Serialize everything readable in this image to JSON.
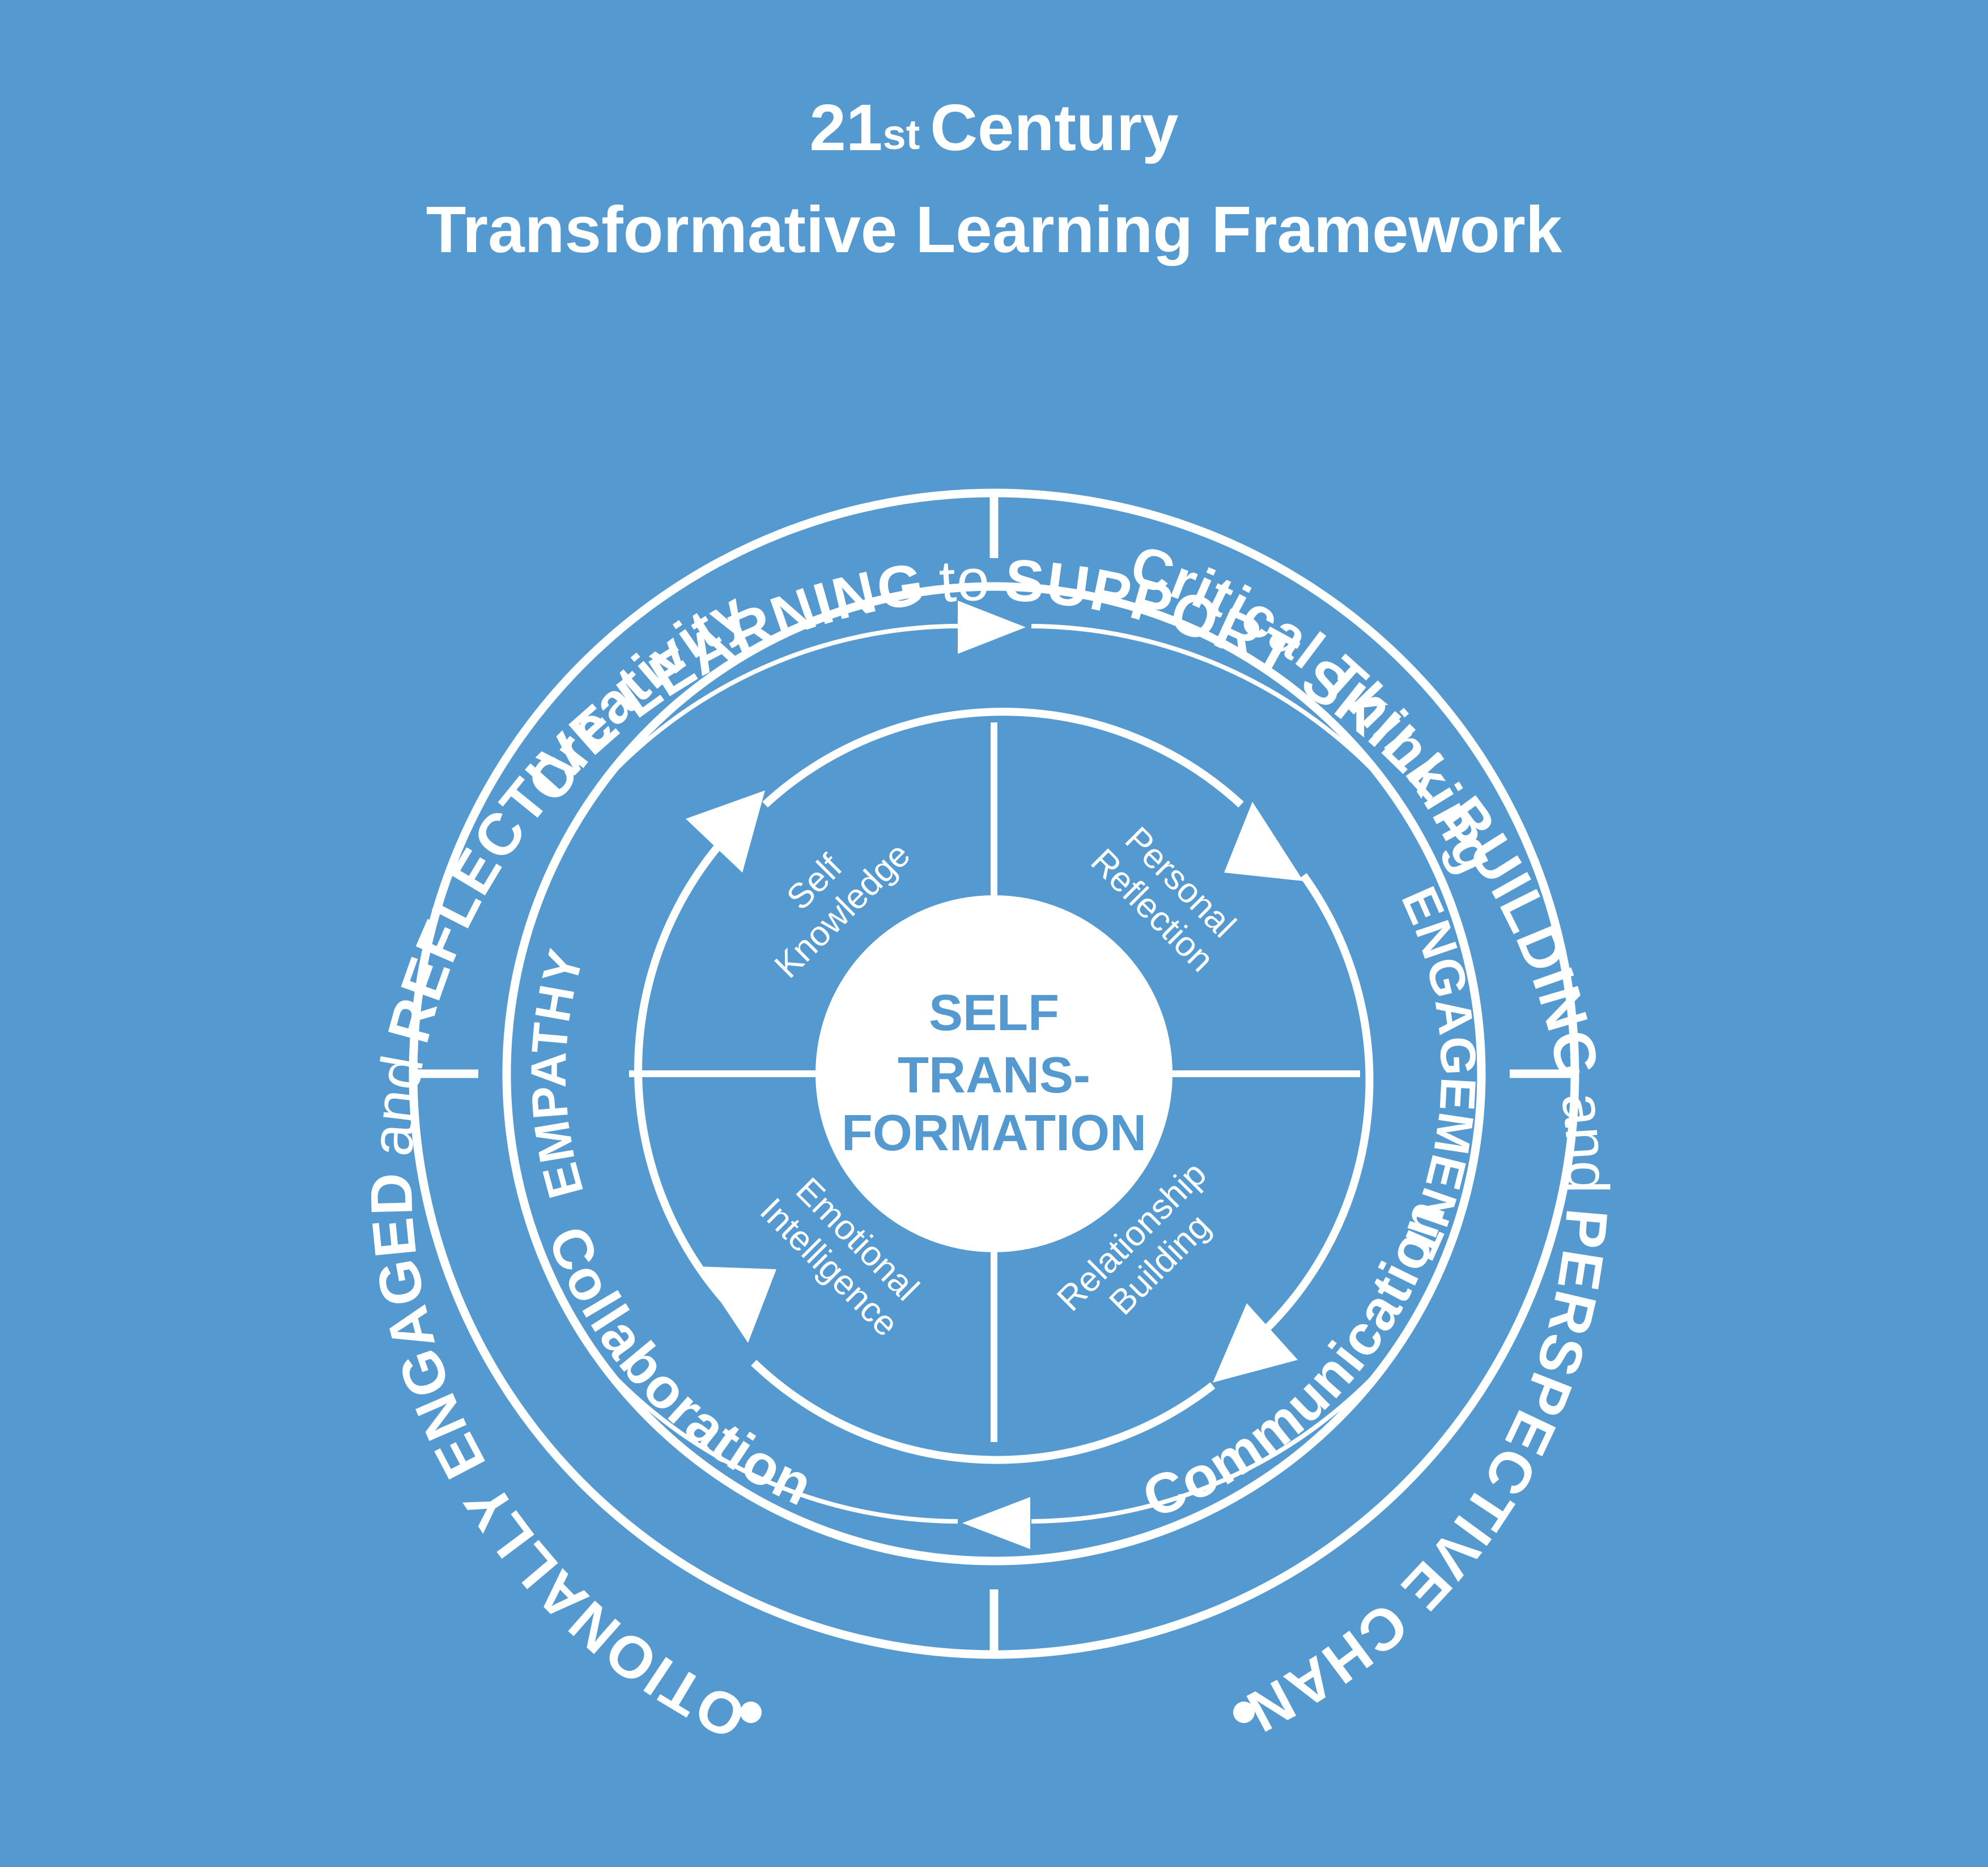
{
  "title": {
    "line1_number": "21",
    "line1_suffix": "st",
    "line1_rest": "Century",
    "line2": "Transformative Learning Framework"
  },
  "outer_ring": {
    "left_bold_1": "EMOTIONALLY ENGAGED",
    "left_light_1": "and",
    "left_bold_2": "REFLECTIVE LEARNING",
    "mid_light": "to",
    "right_bold_1": "SUPPORT SKILL BUILDING",
    "right_light_1": "and",
    "right_bold_2": "PERSPECTIVE CHANGE."
  },
  "skills_ring": {
    "creativity": "Creativity",
    "critical_thinking": "Critical Thinking",
    "communication": "Communication",
    "collaboration": "Collaboration"
  },
  "inner_ring": {
    "empathy": "EMPATHY",
    "engagement": "ENGAGEMENT"
  },
  "quadrants": {
    "top_left": [
      "Self",
      "Knowledge"
    ],
    "top_right": [
      "Personal",
      "Reflection"
    ],
    "bottom_right": [
      "Relationship",
      "Building"
    ],
    "bottom_left": [
      "Emotional",
      "Intelligence"
    ]
  },
  "center": {
    "line1": "SELF",
    "line2": "TRANS-",
    "line3": "FORMATION"
  },
  "colors": {
    "background": "#5499d0",
    "foreground": "#ffffff"
  }
}
